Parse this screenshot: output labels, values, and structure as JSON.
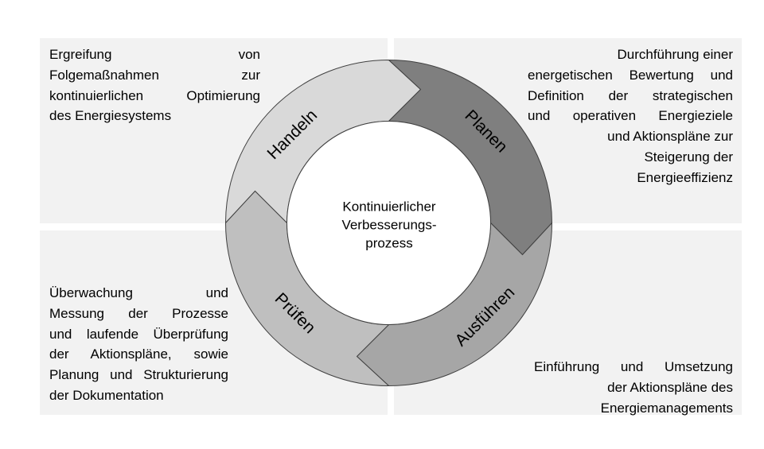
{
  "panels": {
    "top_left": [
      "Ergreifung von",
      "Folgemaßnahmen zur",
      "kontinuierlichen Optimierung",
      "des Energiesystems"
    ],
    "top_right": [
      "Durchführung einer",
      "energetischen Bewertung und",
      "Definition der strategischen",
      "und operativen Energieziele",
      "und Aktionspläne zur",
      "Steigerung der",
      "Energieeffizienz"
    ],
    "bottom_left": [
      "Überwachung und",
      "Messung der Prozesse",
      "und laufende Überprüfung",
      "der Aktionspläne, sowie",
      "Planung und Strukturierung",
      "der Dokumentation"
    ],
    "bottom_right": [
      "Einführung und Umsetzung",
      "der Aktionspläne des",
      "Energiemanagements"
    ]
  },
  "cycle": {
    "segments": [
      {
        "label": "Handeln",
        "color": "#d9d9d9"
      },
      {
        "label": "Planen",
        "color": "#7f7f7f"
      },
      {
        "label": "Ausführen",
        "color": "#a6a6a6"
      },
      {
        "label": "Prüfen",
        "color": "#bfbfbf"
      }
    ],
    "center": [
      "Kontinuierlicher",
      "Verbesserungs-",
      "prozess"
    ]
  }
}
